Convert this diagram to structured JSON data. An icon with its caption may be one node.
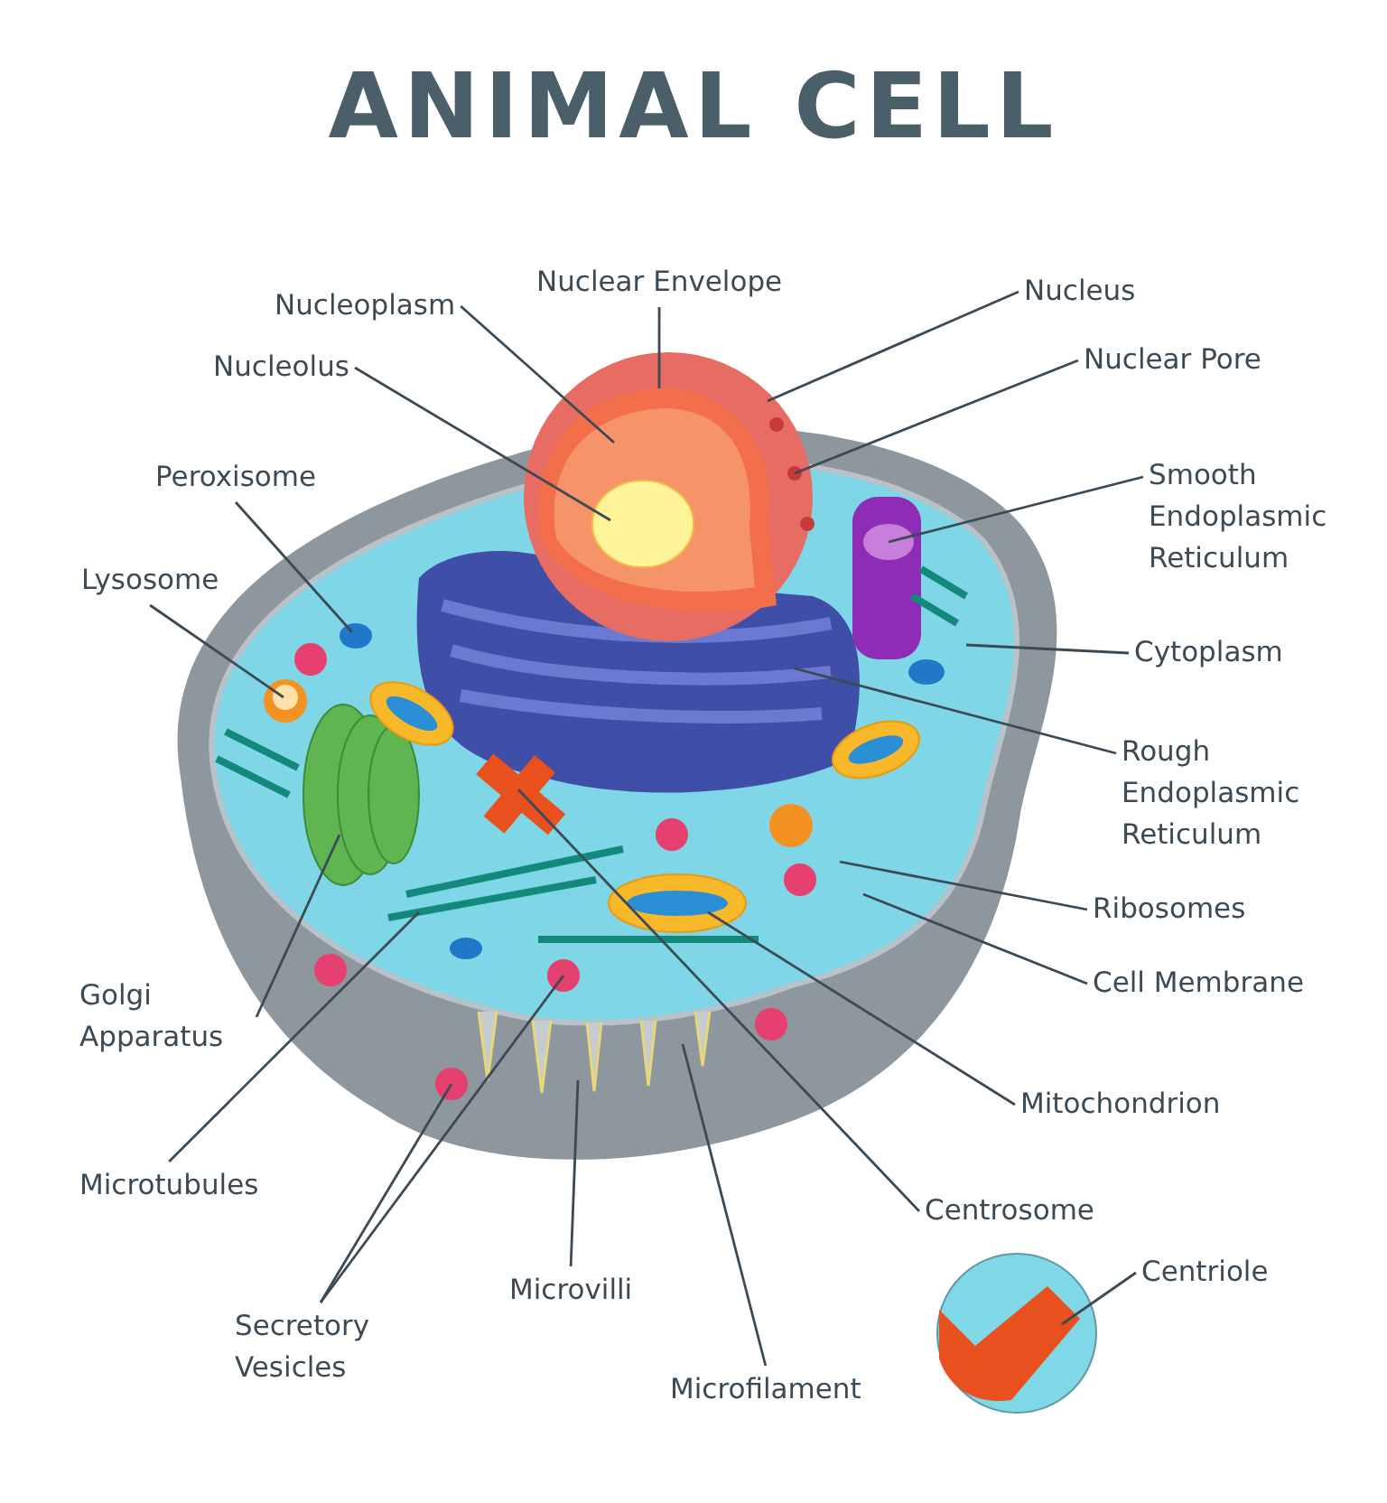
{
  "diagram": {
    "title": "ANIMAL CELL",
    "nodes": [
      {
        "text": [
          "Nucleoplasm"
        ]
      },
      {
        "text": [
          "Nuclear Envelope"
        ]
      },
      {
        "text": [
          "Nucleus"
        ]
      },
      {
        "text": [
          "Nucleolus"
        ]
      },
      {
        "text": [
          "Nuclear Pore"
        ]
      },
      {
        "text": [
          "Peroxisome"
        ]
      },
      {
        "text": [
          "Smooth Endoplasmic Reticulum"
        ]
      },
      {
        "text": [
          "Lysosome"
        ]
      },
      {
        "text": [
          "Cytoplasm"
        ]
      },
      {
        "text": [
          "Rough Endoplasmic Reticulum"
        ]
      },
      {
        "text": [
          "Ribosomes"
        ]
      },
      {
        "text": [
          "Golgi Apparatus"
        ]
      },
      {
        "text": [
          "Cell Membrane"
        ]
      },
      {
        "text": [
          "Mitochondrion"
        ]
      },
      {
        "text": [
          "Microtubules"
        ]
      },
      {
        "text": [
          "Centrosome"
        ]
      },
      {
        "text": [
          "Centriole"
        ]
      },
      {
        "text": [
          "Secretory Vesicles"
        ]
      },
      {
        "text": [
          "Microvilli"
        ]
      },
      {
        "text": [
          "Microfilament"
        ]
      }
    ],
    "edges": [
      {
        "from": 0,
        "to": null,
        "arrow": "none"
      },
      {
        "from": 1,
        "to": null,
        "arrow": "none"
      },
      {
        "from": 2,
        "to": null,
        "arrow": "none"
      },
      {
        "from": 3,
        "to": null,
        "arrow": "none"
      },
      {
        "from": 4,
        "to": null,
        "arrow": "none"
      },
      {
        "from": 5,
        "to": null,
        "arrow": "none"
      },
      {
        "from": 6,
        "to": null,
        "arrow": "none"
      },
      {
        "from": 7,
        "to": null,
        "arrow": "none"
      },
      {
        "from": 8,
        "to": null,
        "arrow": "none"
      },
      {
        "from": 9,
        "to": null,
        "arrow": "none"
      },
      {
        "from": 10,
        "to": null,
        "arrow": "none"
      },
      {
        "from": 11,
        "to": null,
        "arrow": "none"
      },
      {
        "from": 12,
        "to": null,
        "arrow": "none"
      },
      {
        "from": 13,
        "to": null,
        "arrow": "none"
      },
      {
        "from": 14,
        "to": null,
        "arrow": "none"
      },
      {
        "from": 15,
        "to": null,
        "arrow": "none"
      },
      {
        "from": 16,
        "to": null,
        "arrow": "none"
      },
      {
        "from": 17,
        "to": null,
        "arrow": "none"
      },
      {
        "from": 17,
        "to": null,
        "arrow": "none"
      },
      {
        "from": 18,
        "to": null,
        "arrow": "none"
      },
      {
        "from": 19,
        "to": null,
        "arrow": "none"
      }
    ]
  }
}
